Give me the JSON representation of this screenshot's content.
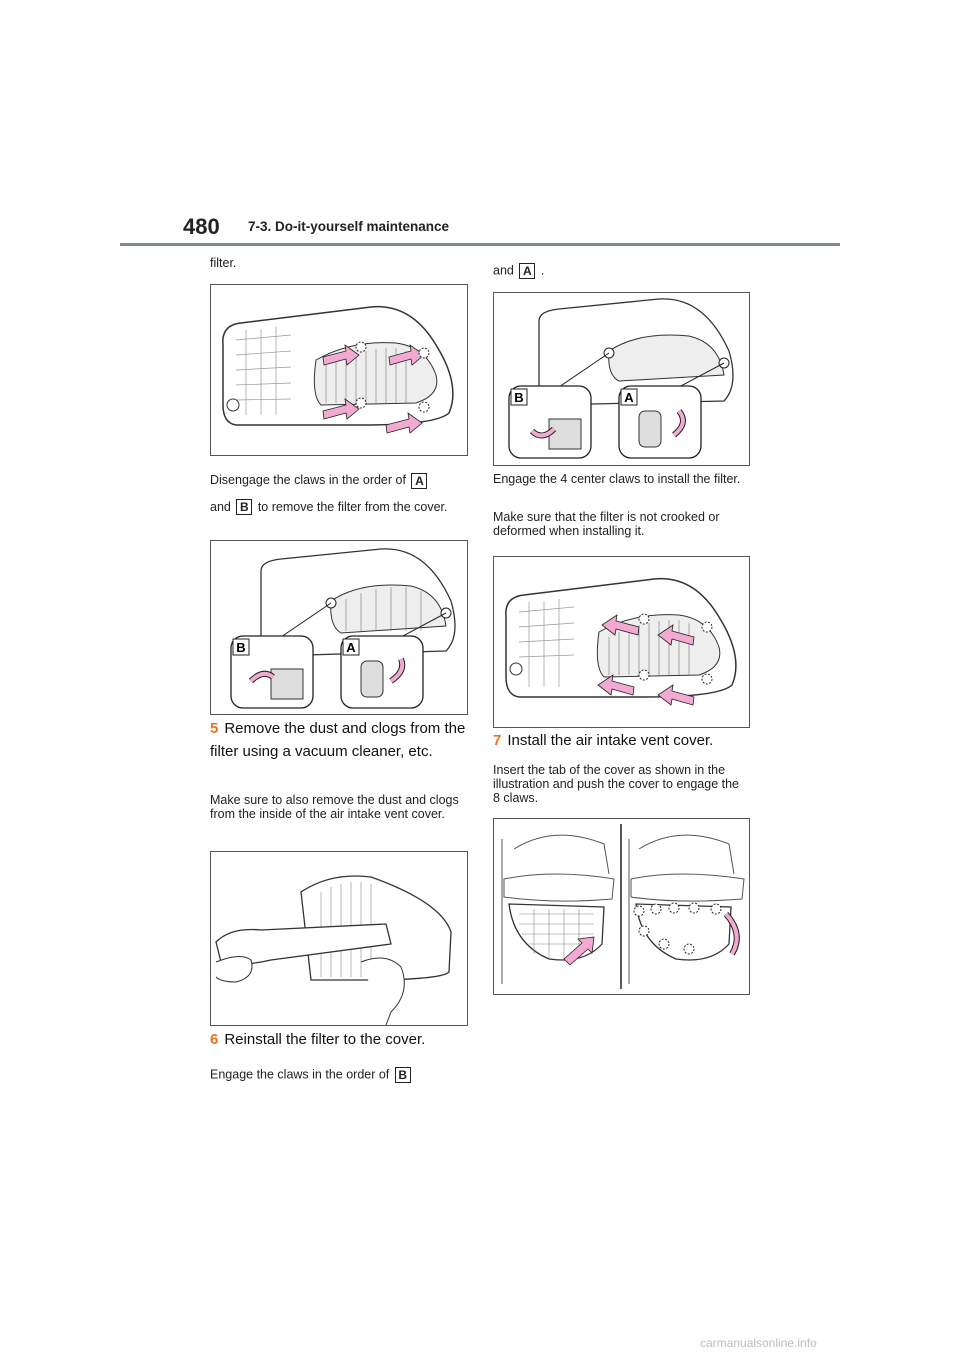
{
  "header": {
    "page_number": "480",
    "section_title": "7-3. Do-it-yourself maintenance"
  },
  "left": {
    "cont_text": "filter.",
    "disengage_text_1": "Disengage the claws in the order of",
    "disengage_label_a": "A",
    "disengage_text_2": "and",
    "disengage_label_b": "B",
    "disengage_text_3": "to remove the filter from the cover.",
    "step5_num": "5",
    "step5_text": "Remove the dust and clogs from the filter using a vacuum cleaner, etc.",
    "step5_note": "Make sure to also remove the dust and clogs from the inside of the air intake vent cover.",
    "step6_num": "6",
    "step6_text": "Reinstall the filter to the cover.",
    "step6_note_1": "Engage the claws in the order of",
    "step6_label_b": "B"
  },
  "right": {
    "cont_text_1": "and",
    "cont_label_a": "A",
    "cont_text_2": ".",
    "engage_text": "Engage the 4 center claws to install the filter.",
    "engage_note": "Make sure that the filter is not crooked or deformed when installing it.",
    "step7_num": "7",
    "step7_text": "Install the air intake vent cover.",
    "step7_note": "Insert the tab of the cover as shown in the illustration and push the cover to engage the 8 claws."
  },
  "figure_labels": {
    "a": "A",
    "b": "B"
  },
  "watermark": "carmanualsonline.info",
  "colors": {
    "accent": "#e4742b",
    "arrow": "#f2a9d2",
    "rule": "#7e8c8d"
  }
}
